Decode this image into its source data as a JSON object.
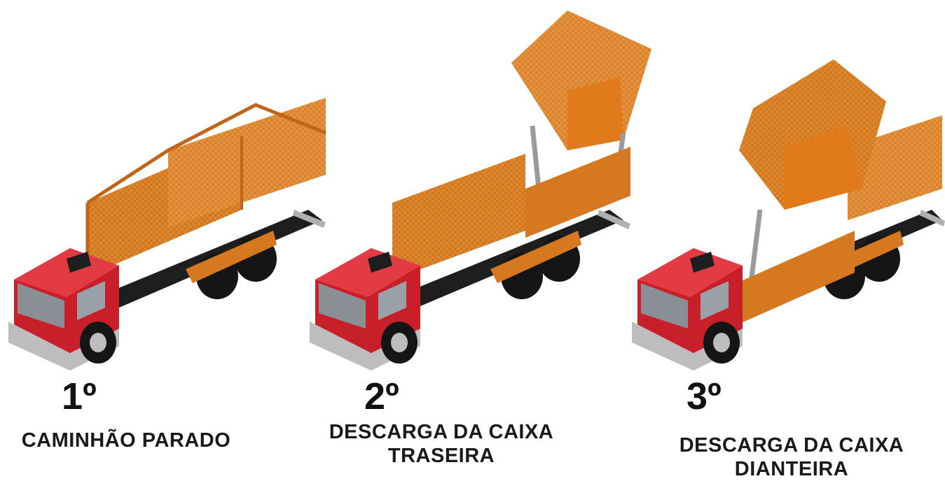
{
  "steps": [
    {
      "number": "1º",
      "caption_line1": "CAMINHÃO PARADO",
      "caption_line2": ""
    },
    {
      "number": "2º",
      "caption_line1": "DESCARGA DA CAIXA",
      "caption_line2": "TRASEIRA"
    },
    {
      "number": "3º",
      "caption_line1": "DESCARGA DA CAIXA",
      "caption_line2": "DIANTEIRA"
    }
  ],
  "colors": {
    "cab": "#c8202a",
    "body": "#e0852a",
    "frame": "#1e1e1e",
    "tire": "#151515",
    "bumper": "#bdbdbd"
  }
}
